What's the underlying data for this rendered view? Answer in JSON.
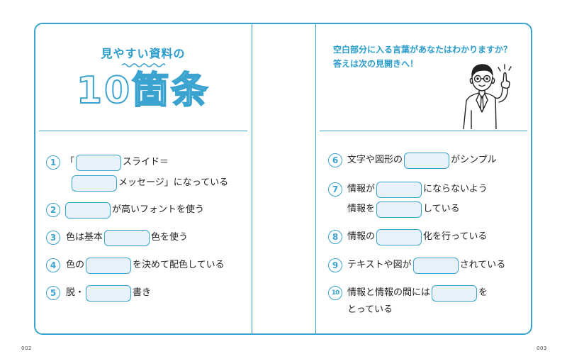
{
  "left": {
    "heading": "見やすい資料の",
    "big_title": "10箇条",
    "items": [
      {
        "num": "1",
        "line1_before": "「",
        "line1_after": "スライド＝",
        "line2_after": "メッセージ」になっている"
      },
      {
        "num": "2",
        "after": "が高いフォントを使う"
      },
      {
        "num": "3",
        "before": "色は基本",
        "after": "色を使う"
      },
      {
        "num": "4",
        "before": "色の",
        "after": "を決めて配色している"
      },
      {
        "num": "5",
        "before": "脱・",
        "after": "書き"
      }
    ]
  },
  "right": {
    "quiz_line1": "空白部分に入る言葉があなたはわかりますか？",
    "quiz_line2": "答えは次の見開きへ！",
    "items": [
      {
        "num": "6",
        "before": "文字や図形の",
        "after": "がシンプル"
      },
      {
        "num": "7",
        "line1_before": "情報が",
        "line1_after": "にならないよう",
        "line2_before": "情報を",
        "line2_after": "している"
      },
      {
        "num": "8",
        "before": "情報の",
        "after": "化を行っている"
      },
      {
        "num": "9",
        "before": "テキストや図が",
        "after": "されている"
      },
      {
        "num": "10",
        "before": "情報と情報の間には",
        "after": "を",
        "line2": "とっている"
      }
    ]
  },
  "page_left": "002",
  "page_right": "003",
  "colors": {
    "accent": "#3ba3cf",
    "blank_fill": "#e7f2fa"
  }
}
